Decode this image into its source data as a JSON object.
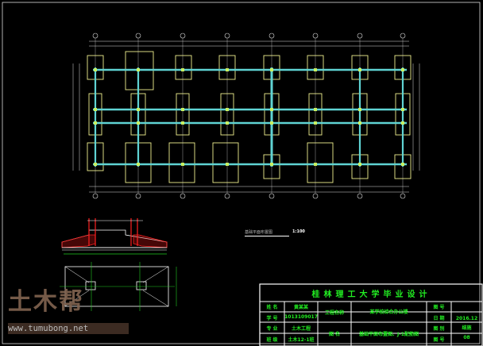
{
  "drawing": {
    "plan_label": "基础平面布置图",
    "plan_scale": "1:100",
    "axis_count": 8,
    "colors": {
      "beam": "#5fd3d3",
      "footing": "#f0f090",
      "dim": "#ffffff",
      "section": "#ff2020",
      "text": "#22ee22"
    }
  },
  "title_block": {
    "title": "桂林理工大学毕业设计",
    "name_label": "姓  名",
    "name_value": "黄某某",
    "id_label": "学  号",
    "id_value": "1013109017",
    "major_label": "专  业",
    "major_value": "土木工程",
    "class_label": "班  级",
    "class_value": "土木12-1班",
    "project_label": "工程名称",
    "project_value": "某学校综合办公楼",
    "drawing_name_label": "图  名",
    "drawing_name_value": "基础平面布置图、J-1配筋图",
    "sheet_label": "图  号",
    "sheet_value": "",
    "date_label": "日  期",
    "date_value": "2016.12",
    "category_label": "图  别",
    "category_value": "结施",
    "number_label": "图  号",
    "number_value": "08"
  },
  "watermark": {
    "logo": "土木帮",
    "url": "www.tumubong.net"
  }
}
